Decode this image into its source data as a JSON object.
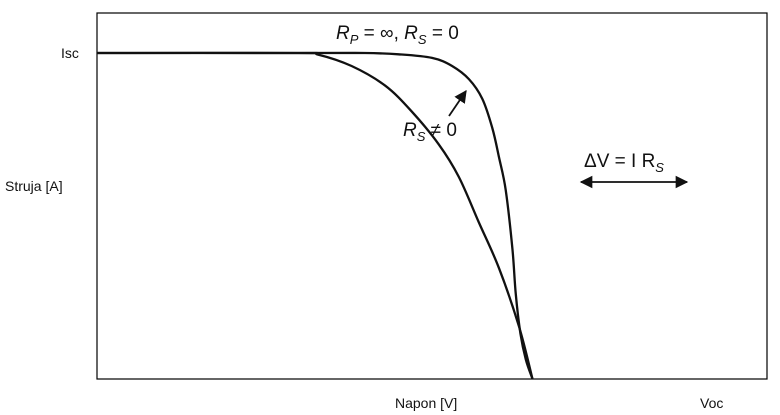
{
  "chart_data": {
    "type": "line",
    "title": "",
    "xlabel": "Napon [V]",
    "ylabel": "Struja [A]",
    "x_tick_labels": [
      "Voc"
    ],
    "y_tick_labels": [
      "Isc"
    ],
    "xlim": [
      0,
      1
    ],
    "ylim": [
      0,
      1
    ],
    "grid": false,
    "series": [
      {
        "x": [
          0,
          0.3,
          0.4,
          0.45,
          0.5,
          0.53,
          0.555,
          0.575,
          0.59,
          0.6,
          0.61,
          0.62,
          0.625,
          0.632,
          0.64,
          0.65
        ],
        "y": [
          1.0,
          1.0,
          1.0,
          0.996,
          0.985,
          0.96,
          0.92,
          0.86,
          0.77,
          0.68,
          0.58,
          0.4,
          0.26,
          0.14,
          0.06,
          0.0
        ]
      },
      {
        "x": [
          0,
          0.3,
          0.33,
          0.38,
          0.43,
          0.47,
          0.51,
          0.54,
          0.57,
          0.6,
          0.63,
          0.65
        ],
        "y": [
          1.0,
          1.0,
          0.995,
          0.96,
          0.9,
          0.82,
          0.72,
          0.62,
          0.48,
          0.34,
          0.16,
          0.0
        ]
      }
    ],
    "annotations": [
      {
        "id": "ideal",
        "name": "R",
        "sub1": "P",
        "mid": " = ∞, ",
        "name2": "R",
        "sub2": "S",
        "tail": " = 0"
      },
      {
        "id": "series_res",
        "name": "R",
        "sub1": "S",
        "tail": " ≠ 0"
      },
      {
        "id": "delta_v",
        "head": "ΔV = I R",
        "sub1": "S"
      }
    ],
    "colors": {
      "curve": "#111111",
      "axis": "#000000",
      "text": "#111111"
    }
  }
}
